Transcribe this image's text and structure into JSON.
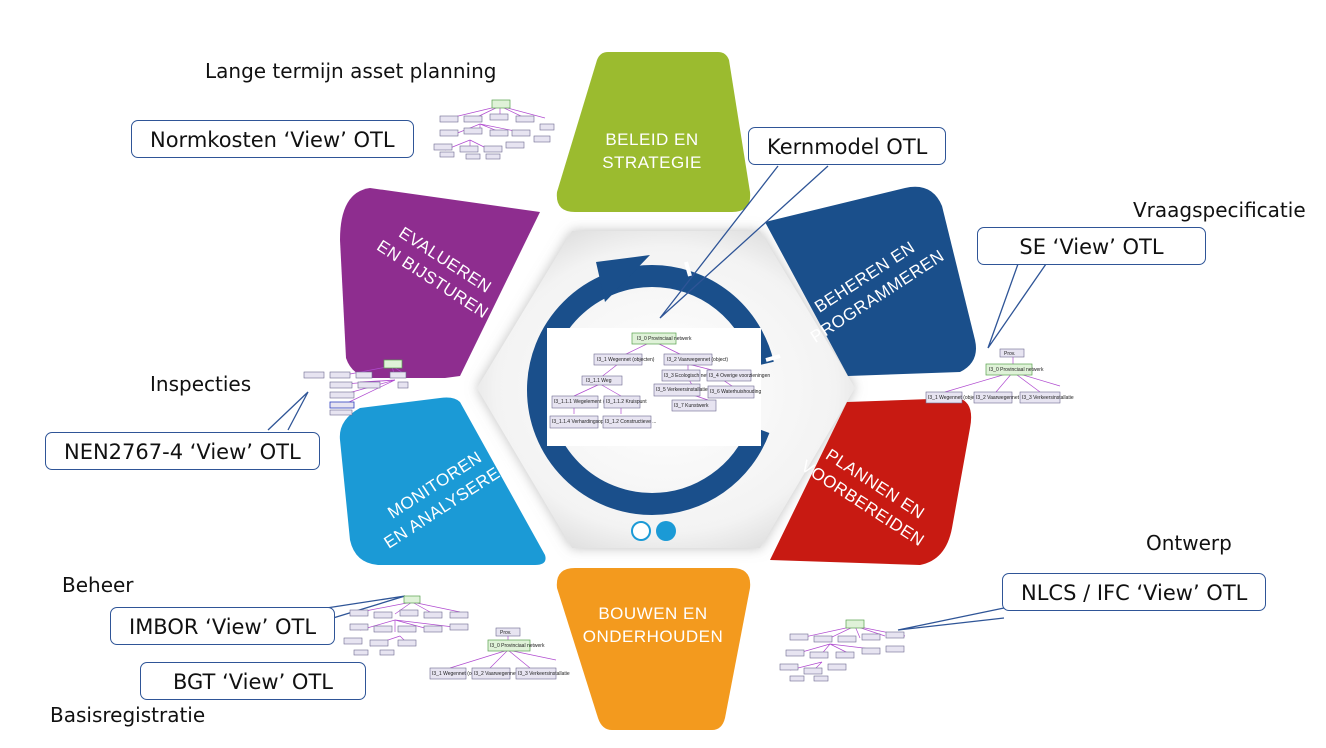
{
  "segments": {
    "beleid": {
      "line1": "BELEID EN",
      "line2": "STRATEGIE",
      "color": "#9bbb2f"
    },
    "beheren": {
      "line1": "BEHEREN EN",
      "line2": "PROGRAMMEREN",
      "color": "#1a4f8b"
    },
    "plannen": {
      "line1": "PLANNEN EN",
      "line2": "VOORBEREIDEN",
      "color": "#c81a12"
    },
    "bouwen": {
      "line1": "BOUWEN EN",
      "line2": "ONDERHOUDEN",
      "color": "#f39a1e"
    },
    "monitoren": {
      "line1": "MONITOREN",
      "line2": "EN ANALYSEREN",
      "color": "#1b9ad6"
    },
    "evalueren": {
      "line1": "EVALUEREN",
      "line2": "EN BIJSTUREN",
      "color": "#8e2d8f"
    }
  },
  "labels": {
    "lange_termijn": "Lange termijn asset planning",
    "vraagspecificatie": "Vraagspecificatie",
    "inspecties": "Inspecties",
    "ontwerp": "Ontwerp",
    "beheer": "Beheer",
    "basisregistratie": "Basisregistratie"
  },
  "callouts": {
    "normkosten": "Normkosten ‘View’ OTL",
    "kernmodel": "Kernmodel OTL",
    "se": "SE ‘View’ OTL",
    "nen": "NEN2767-4 ‘View’ OTL",
    "imbor": "IMBOR ‘View’ OTL",
    "bgt": "BGT ‘View’ OTL",
    "nlcs": "NLCS / IFC ‘View’ OTL"
  },
  "center_tree": {
    "root": "I3_0 Provinciaal netwerk",
    "level1": [
      "I3_1 Wegennet (objecten)",
      "I3_2 Vaarwegennet (object)"
    ],
    "level2": [
      "I3_1.1 Weg",
      "I3_3 Ecologisch netwerk",
      "I3_4 Overige voorzieningen"
    ],
    "level3": [
      "I3_1.1.1 Wegelement (objecten)",
      "I3_1.1.2 Kruispunt",
      "I3_5 Verkeersinstallaties",
      "I3_6 Waterhuishouding"
    ],
    "level4": [
      "I3_1.1.4 Verhardingsoppervlak",
      "I3_1.2 Constructieve ...",
      "I3_7 Kunstwerk"
    ]
  },
  "se_tree": {
    "root": "Prov.",
    "mid": "I3_0 Provinciaal netwerk",
    "children": [
      "I3_1 Wegennet (object)",
      "I3_2 Vaarwegennet (object)",
      "I3_3 Verkeersinstallatie"
    ]
  },
  "bgt_tree": {
    "root": "Prov.",
    "mid": "I3_0 Provinciaal netwerk",
    "children": [
      "I3_1 Wegennet (object)",
      "I3_2 Vaarwegennet (object)",
      "I3_3 Verkeersinstallatie"
    ]
  }
}
